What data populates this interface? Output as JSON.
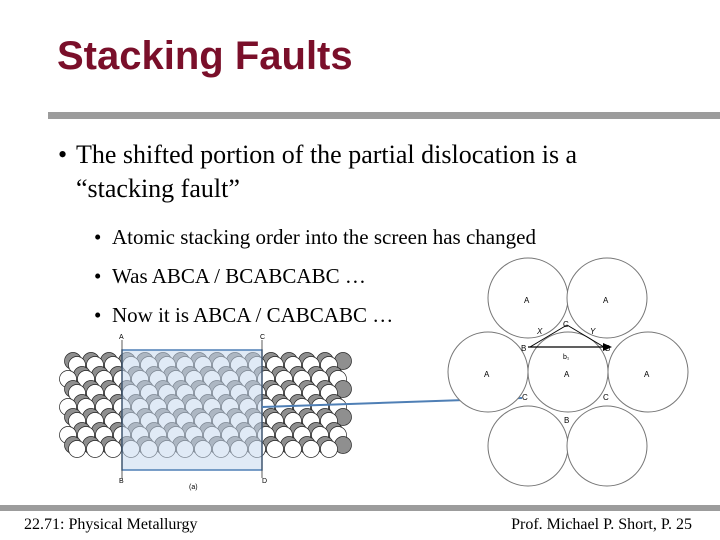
{
  "slide": {
    "title": "Stacking Faults",
    "bullet_main": "The shifted portion of the partial dislocation is a “stacking fault”",
    "bullet_symbol": "•",
    "sub_bullets": [
      "Atomic stacking order into the screen has changed",
      "Was ABCA / BCABCABC …",
      "Now it is ABCA / CABCABC …"
    ]
  },
  "figure_left": {
    "corner_labels": [
      "A",
      "C",
      "B",
      "D"
    ],
    "caption": "(a)"
  },
  "figure_right": {
    "site_labels": [
      "A",
      "A",
      "A",
      "A",
      "A",
      "B",
      "B",
      "B",
      "C",
      "C",
      "C",
      "X",
      "Y"
    ],
    "vector_label": "b₁"
  },
  "footer": {
    "left": "22.71: Physical Metallurgy",
    "right": "Prof. Michael P. Short, P. 25"
  },
  "colors": {
    "title": "#7a0f2a",
    "rule": "#9c9c9c",
    "highlight_fill": "#c7d9ef",
    "highlight_stroke": "#4f7fb5"
  }
}
